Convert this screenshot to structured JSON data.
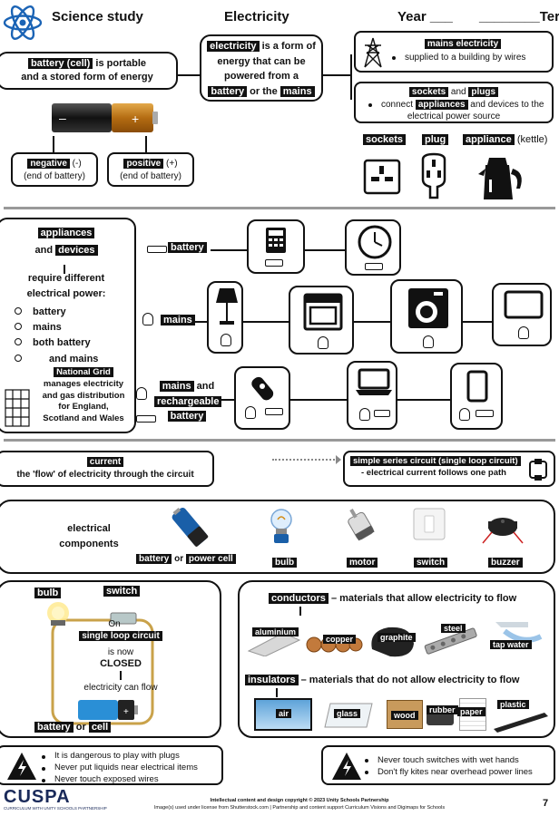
{
  "header": {
    "title": "Science study",
    "topic": "Electricity",
    "year_label": "Year ___",
    "term_label": "________Term"
  },
  "top": {
    "battery_box": {
      "hl": "battery (cell)",
      "text1": " is portable",
      "text2": "and a stored form of energy"
    },
    "negative": {
      "hl": "negative",
      "text": " (-)",
      "sub": "(end of battery)"
    },
    "positive": {
      "hl": "positive",
      "text": " (+)",
      "sub": "(end of battery)"
    },
    "electricity_box": {
      "hl1": "electricity",
      "t1": " is a form of",
      "t2": "energy that can be",
      "t3": "powered from a",
      "hl2": "battery",
      "t4": " or the ",
      "hl3": "mains"
    },
    "mains_box": {
      "hl": "mains electricity",
      "bullet": "supplied to a building by wires"
    },
    "sockets_box": {
      "hl1": "sockets",
      "and": " and ",
      "hl2": "plugs",
      "b1": "connect ",
      "hl3": "appliances",
      "b2": " and devices to the",
      "b3": "electrical power source"
    },
    "labels": {
      "sockets": "sockets",
      "plug": "plug",
      "appliance": "appliance",
      "kettle": "(kettle)"
    }
  },
  "appliances": {
    "hl1": "appliances",
    "and": "and ",
    "hl2": "devices",
    "require": "require different",
    "power": "electrical power:",
    "list": [
      "battery",
      "mains",
      "both battery",
      "and mains"
    ],
    "grid_hl": "National Grid",
    "grid_text": [
      "manages electricity",
      "and gas distribution",
      "for England,",
      "Scotland and Wales"
    ],
    "row_battery": "battery",
    "row_mains": "mains",
    "row_both_hl1": "mains",
    "row_both_and": " and",
    "row_both_hl2": "rechargeable",
    "row_both_hl3": "battery"
  },
  "current": {
    "hl": "current",
    "text": "the 'flow' of electricity through the circuit",
    "series_hl": "simple series circuit (single loop circuit)",
    "series_text": "- electrical current follows one path"
  },
  "components": {
    "title1": "electrical",
    "title2": "components",
    "battery": "battery",
    "or": " or ",
    "cell": "power cell",
    "bulb": "bulb",
    "motor": "motor",
    "switch": "switch",
    "buzzer": "buzzer"
  },
  "circuit": {
    "bulb": "bulb",
    "switch": "switch",
    "on": "On",
    "loop_hl": "single loop circuit",
    "is_now": "is now",
    "closed": "CLOSED",
    "flow": "electricity can flow",
    "battery": "battery",
    "or": " or ",
    "cell": "cell"
  },
  "conductors": {
    "hl": "conductors",
    "text1": " – materials that ",
    "allow": "allow",
    "text2": " electricity to flow",
    "items": [
      "aluminium",
      "copper",
      "graphite",
      "steel",
      "tap water"
    ]
  },
  "insulators": {
    "hl": "insulators",
    "text1": " – materials that ",
    "donot": "do not",
    "text2": " allow electricity to flow",
    "items": [
      "air",
      "glass",
      "wood",
      "rubber",
      "paper",
      "plastic"
    ]
  },
  "safety_left": [
    "It is dangerous to play with plugs",
    "Never put liquids near electrical items",
    "Never touch exposed wires"
  ],
  "safety_right": [
    "Never touch switches with wet hands",
    "Don't fly kites near overhead power lines"
  ],
  "footer": {
    "logo": "CUSPA",
    "logo_sub": "CURRICULUM WITH UNITY SCHOOLS PARTNERSHIP",
    "copy1": "Intellectual content and design copyright © 2023 Unity Schools Partnership",
    "copy2": "Image(s) used under license from Shutterstock.com | Partnership and content support Curriculum Visions and Digimaps for Schools",
    "page": "7"
  }
}
